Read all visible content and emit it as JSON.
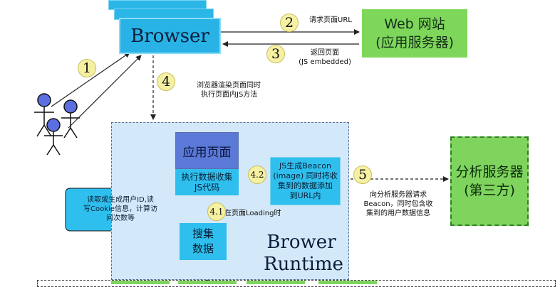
{
  "browser": {
    "label": "Browser"
  },
  "web_server": {
    "line1": "Web 网站",
    "line2": "(应用服务器)"
  },
  "steps": {
    "s1": "1",
    "s2": "2",
    "s3": "3",
    "s4": "4",
    "s4_1": "4.1",
    "s4_2": "4.2",
    "s5": "5"
  },
  "labels": {
    "request_url": "请求页面URL",
    "return_page_1": "返回页面",
    "return_page_2": "(JS embedded)",
    "render_1": "浏览器渲染页面同时",
    "render_2": "执行页面内JS方法",
    "loading": "在页面Loading时",
    "send_1": "向分析服务器请求",
    "send_2": "Beacon，同时包含收",
    "send_3": "集到的用户数据信息"
  },
  "app_page": {
    "label": "应用页面"
  },
  "exec_box": {
    "line1": "执行数据收集",
    "line2": "JS代码"
  },
  "beacon_box": {
    "line1": "JS生成Beacon",
    "line2": "(image) 同时将收",
    "line3": "集到的数据添加",
    "line4": "到URL内"
  },
  "collect_box": {
    "line1": "搜集",
    "line2": "数据"
  },
  "bubble": {
    "line1": "读取或生成用户ID,读",
    "line2": "写Cookie信息，计算访",
    "line3": "问次数等"
  },
  "runtime": {
    "line1": "Brower",
    "line2": "Runtime"
  },
  "analysis": {
    "line1": "分析服务器",
    "line2": "(第三方)"
  },
  "colors": {
    "browser": "#29b2e6",
    "server_green": "#7ed65a",
    "runtime_bg": "#d3e8f8",
    "app_page": "#5b79d6",
    "step_circle": "#f6f1a2"
  }
}
